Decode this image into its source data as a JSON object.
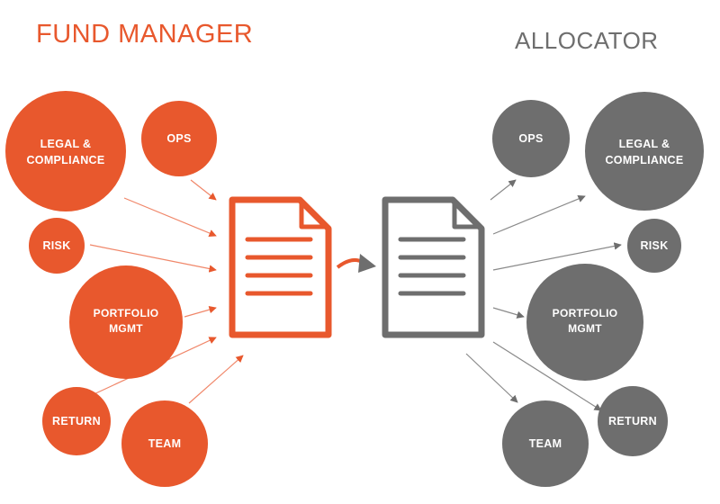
{
  "titles": {
    "fund_manager": "FUND MANAGER",
    "allocator": "ALLOCATOR"
  },
  "colors": {
    "fund_manager": "#e8582d",
    "allocator": "#6e6e6e",
    "arrow_fm": "#f0876a",
    "arrow_al": "#8a8a8a"
  },
  "fund_manager_nodes": [
    {
      "id": "legal",
      "lines": [
        "LEGAL &",
        "COMPLIANCE"
      ]
    },
    {
      "id": "ops",
      "lines": [
        "OPS"
      ]
    },
    {
      "id": "risk",
      "lines": [
        "RISK"
      ]
    },
    {
      "id": "portfolio",
      "lines": [
        "PORTFOLIO",
        "MGMT"
      ]
    },
    {
      "id": "return",
      "lines": [
        "RETURN"
      ]
    },
    {
      "id": "team",
      "lines": [
        "TEAM"
      ]
    }
  ],
  "allocator_nodes": [
    {
      "id": "ops",
      "lines": [
        "OPS"
      ]
    },
    {
      "id": "legal",
      "lines": [
        "LEGAL &",
        "COMPLIANCE"
      ]
    },
    {
      "id": "risk",
      "lines": [
        "RISK"
      ]
    },
    {
      "id": "portfolio",
      "lines": [
        "PORTFOLIO",
        "MGMT"
      ]
    },
    {
      "id": "team",
      "lines": [
        "TEAM"
      ]
    },
    {
      "id": "return",
      "lines": [
        "RETURN"
      ]
    }
  ]
}
